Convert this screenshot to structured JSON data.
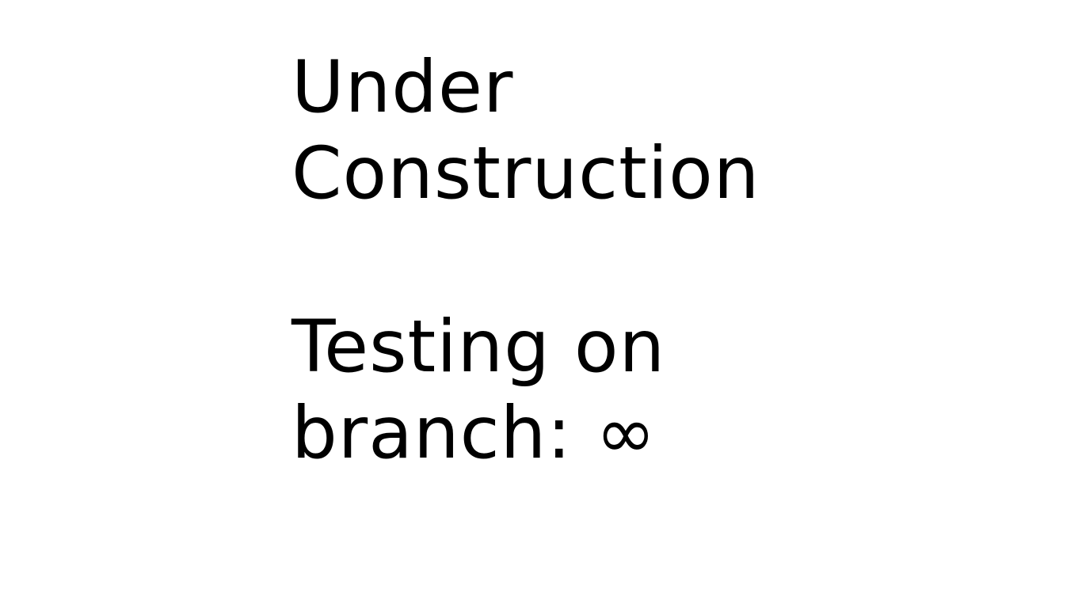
{
  "page": {
    "heading_line_1": "Under",
    "heading_line_2": "Construction",
    "status_line_1": "Testing on",
    "status_line_2": "branch: ∞"
  },
  "colors": {
    "background": "#ffffff",
    "text": "#000000"
  }
}
